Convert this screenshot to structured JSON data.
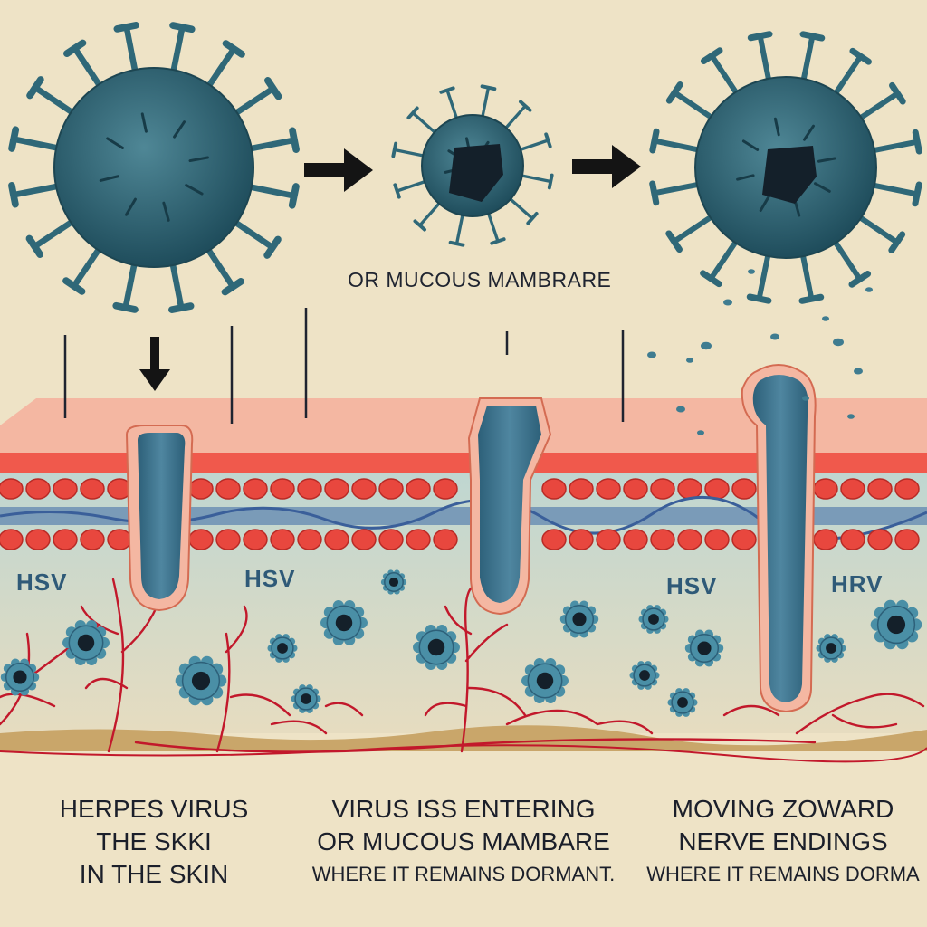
{
  "mid_label": "OR MUCOUS MAMBRARE",
  "hsv_labels": [
    "HSV",
    "HSV",
    "HSV",
    "HRV"
  ],
  "captions": {
    "left": [
      "HERPES VIRUS",
      "THE SKKI",
      "IN THE SKIN"
    ],
    "middle": [
      "VIRUS ISS ENTERING",
      "OR MUCOUS MAMBARE",
      "WHERE IT REMAINS DORMANT."
    ],
    "right": [
      "MOVING ZOWARD",
      "NERVE ENDINGS",
      "WHERE IT REMAINS DORMA"
    ]
  },
  "colors": {
    "background": "#eee3c6",
    "virus": "#2f6878",
    "virus_dark": "#1d4652",
    "skin_top": "#f6b49e",
    "cells_red": "#e8473e",
    "tissue": "#b8d2d0",
    "nerve": "#c2182b",
    "fat_layer": "#c9a66a",
    "immune_cell": "#4a8fa6"
  },
  "icons": [
    "virus-icon",
    "arrow-right-icon",
    "arrow-down-icon",
    "immune-cell-icon"
  ]
}
